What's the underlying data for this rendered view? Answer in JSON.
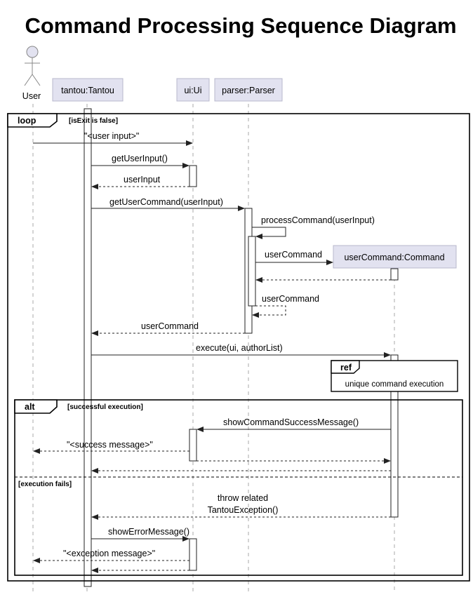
{
  "title": "Command Processing Sequence Diagram",
  "participants": {
    "user": "User",
    "tantou": "tantou:Tantou",
    "ui": "ui:Ui",
    "parser": "parser:Parser",
    "command": "userCommand:Command"
  },
  "fragments": {
    "loop": {
      "keyword": "loop",
      "guard": "[isExit is false]"
    },
    "alt": {
      "keyword": "alt",
      "guard_success": "[successful execution]",
      "guard_fail": "[execution fails]"
    },
    "ref": {
      "keyword": "ref",
      "text": "unique command execution"
    }
  },
  "messages": {
    "user_input": "\"<user input>\"",
    "get_user_input": "getUserInput()",
    "user_input_return": "userInput",
    "get_user_command": "getUserCommand(userInput)",
    "process_command": "processCommand(userInput)",
    "create_user_command": "userCommand",
    "self_user_command": "userCommand",
    "user_command_return": "userCommand",
    "execute": "execute(ui, authorList)",
    "show_success": "showCommandSuccessMessage()",
    "success_message": "\"<success message>\"",
    "throw_line1": "throw related",
    "throw_line2": "TantouException()",
    "show_error": "showErrorMessage()",
    "exception_message": "\"<exception message>\""
  },
  "colors": {
    "participant_fill": "#E2E2F0",
    "participant_border": "#B8B8CC",
    "lifeline": "#A8A8A8",
    "actor_fill": "#E2E2F0",
    "line": "#222222"
  }
}
